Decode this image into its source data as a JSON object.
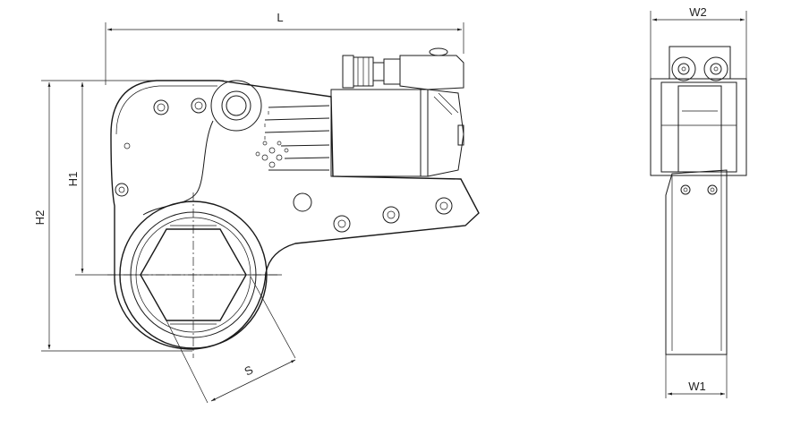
{
  "dimensions": {
    "L": "L",
    "W2": "W2",
    "H1": "H1",
    "H2": "H2",
    "S": "S",
    "W1": "W1"
  },
  "colors": {
    "line": "#1a1a1a",
    "background": "#ffffff",
    "accent_roller": "#2e7d6b"
  }
}
